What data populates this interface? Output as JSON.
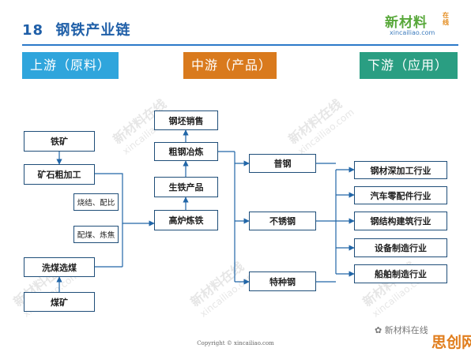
{
  "header": {
    "number": "18",
    "title": "钢铁产业链"
  },
  "logo": {
    "name": "新材料",
    "side": "在线",
    "url": "xincailiao.com"
  },
  "stages": {
    "upstream": "上游（原料）",
    "midstream": "中游（产品）",
    "downstream": "下游（应用）"
  },
  "raw_materials": {
    "iron_ore": "铁矿",
    "ore_processing": "矿石粗加工",
    "sinter": "烧结、配比",
    "coal_blend": "配煤、炼焦",
    "coal_washing": "洗煤选煤",
    "coal_mine": "煤矿"
  },
  "products": {
    "billet_sales": "钢坯销售",
    "crude_steel": "粗钢冶炼",
    "pig_iron": "生铁产品",
    "blast_furnace": "高炉炼铁"
  },
  "steel_types": {
    "plain": "普钢",
    "stainless": "不锈钢",
    "special": "特种钢"
  },
  "applications": [
    "钢材深加工行业",
    "汽车零配件行业",
    "钢结构建筑行业",
    "设备制造行业",
    "船舶制造行业"
  ],
  "watermark": {
    "text": "新材料在线",
    "url": "xincailiao.com"
  },
  "footer": {
    "copyright": "Copyright © xincailiao.com",
    "wechat": "新材料在线",
    "corner_brand": "思创网"
  },
  "colors": {
    "title": "#1f5fa8",
    "upstream": "#2fa5dc",
    "midstream": "#d97a1d",
    "downstream": "#2a9e82",
    "box_border": "#1f4e79",
    "connector": "#2166a8"
  }
}
